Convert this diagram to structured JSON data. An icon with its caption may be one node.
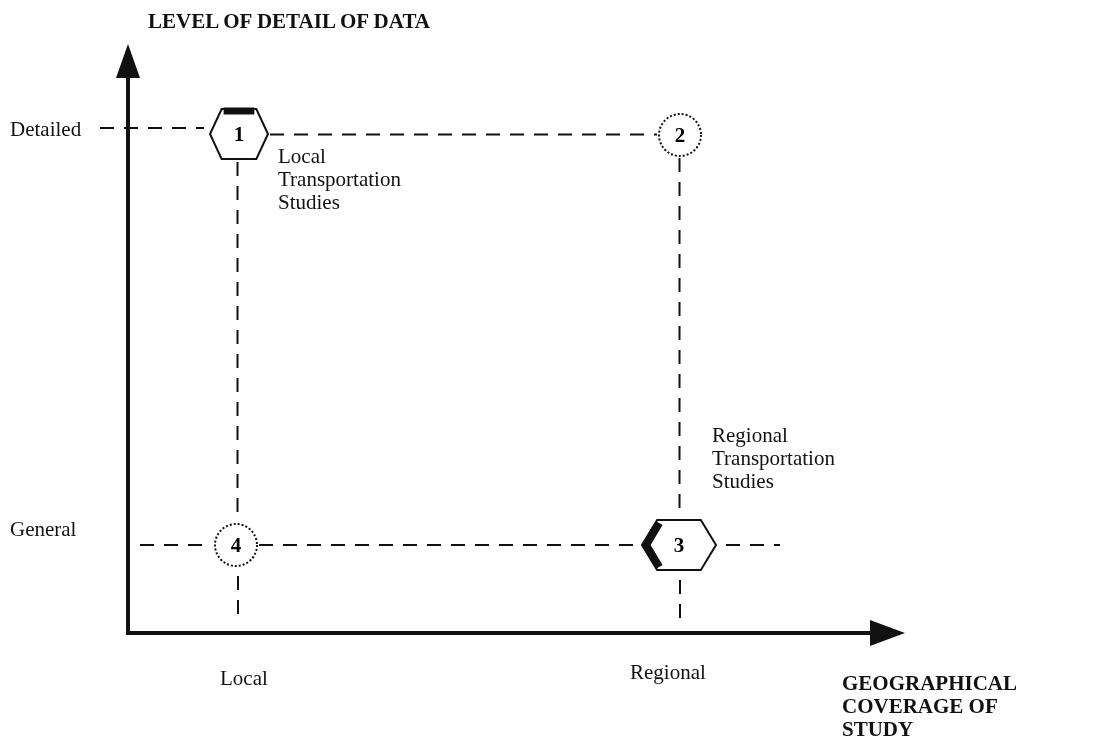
{
  "diagram": {
    "nodes": [
      {
        "text": [
          "1"
        ],
        "beside": [
          "Local Transportation Studies"
        ]
      },
      {
        "text": [
          "2"
        ]
      },
      {
        "text": [
          "3"
        ],
        "beside": [
          "Regional Transportation Studies"
        ]
      },
      {
        "text": [
          "4"
        ]
      }
    ],
    "edges": [
      {
        "from": 0,
        "to": 1,
        "arrow": "none",
        "style": "dashed"
      },
      {
        "from": 0,
        "to": 3,
        "arrow": "none",
        "style": "dashed"
      },
      {
        "from": 1,
        "to": 2,
        "arrow": "none",
        "style": "dashed"
      },
      {
        "from": 3,
        "to": 2,
        "arrow": "none",
        "style": "dashed"
      }
    ],
    "labels": [
      "LEVEL OF DETAIL OF DATA",
      "Detailed",
      "General",
      "Local",
      "Regional",
      "GEOGRAPHICAL COVERAGE OF STUDY"
    ]
  }
}
